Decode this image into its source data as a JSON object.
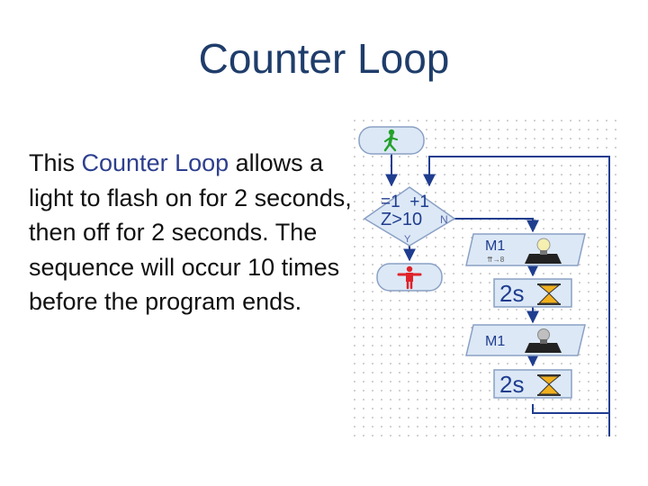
{
  "slide": {
    "title": "Counter Loop",
    "body_prefix": "This ",
    "body_highlight": "Counter Loop",
    "body_rest": " allows a light to flash on for 2 seconds, then off for 2 seconds. The sequence will occur 10 times before the program ends."
  },
  "flowchart": {
    "counter_line1": "=1  +1",
    "counter_line2": "Z>10",
    "branch_no": "N",
    "branch_yes": "Y",
    "motor_on_label": "M1",
    "motor_on_sub": "⇈→8",
    "wait1_label": "2s",
    "motor_off_label": "M1",
    "wait2_label": "2s",
    "start_icon": "green-walking-man-icon",
    "stop_icon": "red-standing-man-icon",
    "lamp_icon": "lamp-icon",
    "hourglass_icon": "hourglass-icon",
    "colors": {
      "block_fill": "#dce8f6",
      "block_stroke": "#8aa0c4",
      "line": "#1f3d8f",
      "start": "#22a12a",
      "stop": "#e0232a",
      "title": "#1f3d6b"
    }
  }
}
